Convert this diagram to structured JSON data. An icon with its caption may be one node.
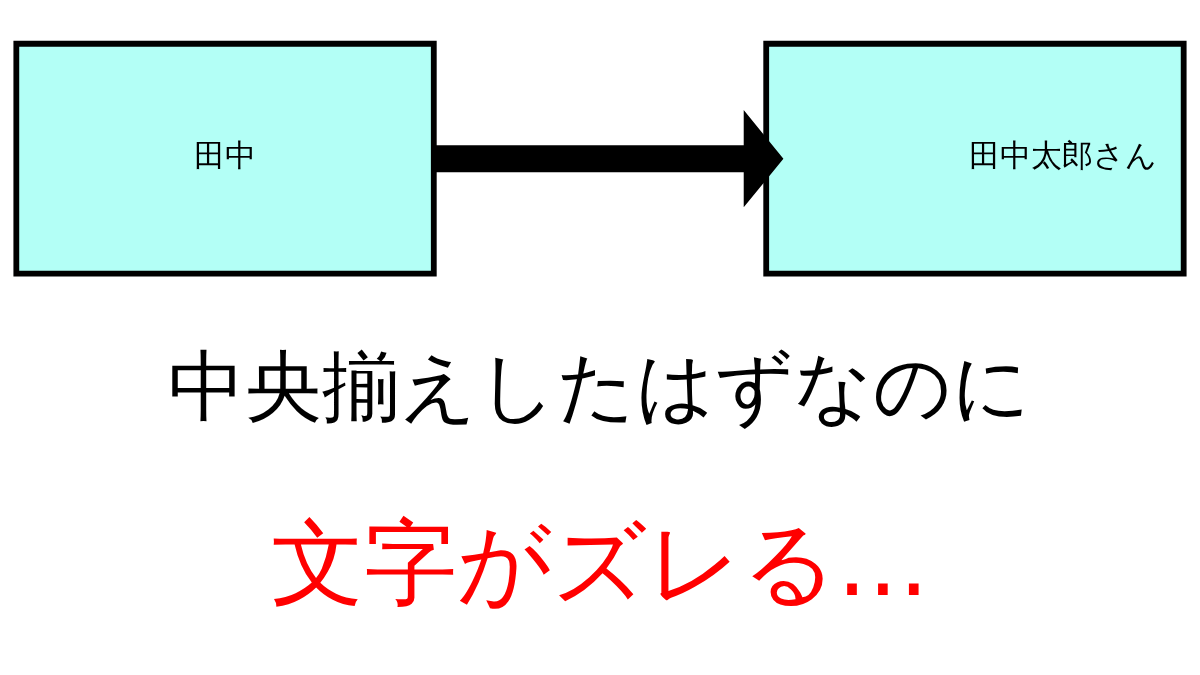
{
  "diagram": {
    "nodes": [
      {
        "text": [
          "田中"
        ]
      },
      {
        "text": [
          "田中太郎さん"
        ]
      }
    ],
    "edges": [
      {
        "from": 0,
        "to": 1,
        "arrow": "to"
      }
    ],
    "labels": [
      "中央揃えしたはずなのに",
      "文字がズレる…"
    ]
  }
}
